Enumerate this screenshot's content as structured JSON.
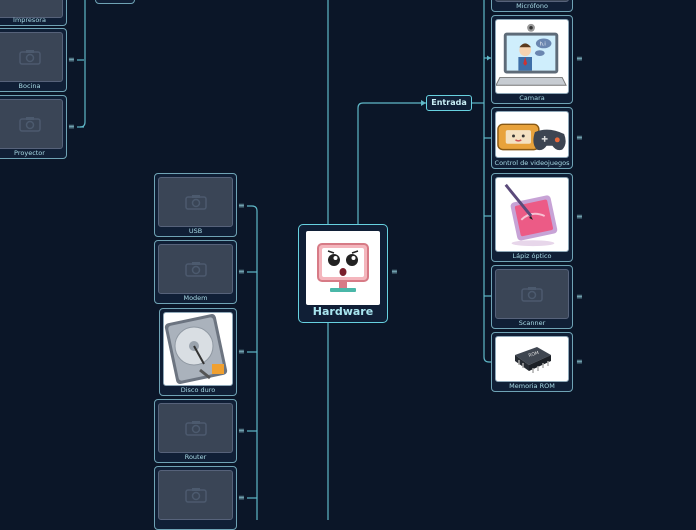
{
  "central": {
    "title": "Hardware",
    "image": "monitor-mascot"
  },
  "entrada": {
    "label": "Entrada",
    "items": [
      {
        "label": "Micrófono",
        "image": "microphone"
      },
      {
        "label": "Camara",
        "image": "webcam-cartoon"
      },
      {
        "label": "Control de videojuegos",
        "image": "gamepad"
      },
      {
        "label": "Lápiz óptico",
        "image": "tablet-pen"
      },
      {
        "label": "Scanner",
        "image": "camera-placeholder"
      },
      {
        "label": "Memoria ROM",
        "image": "rom-chip"
      }
    ]
  },
  "salida": {
    "items": [
      {
        "label": "Impresora",
        "image": "camera-placeholder"
      },
      {
        "label": "Bocina",
        "image": "camera-placeholder"
      },
      {
        "label": "Proyector",
        "image": "camera-placeholder"
      }
    ]
  },
  "almacenamiento": {
    "items": [
      {
        "label": "USB",
        "image": "camera-placeholder"
      },
      {
        "label": "Modem",
        "image": "camera-placeholder"
      },
      {
        "label": "Disco duro",
        "image": "hard-drive"
      },
      {
        "label": "Router",
        "image": "camera-placeholder"
      },
      {
        "label": "",
        "image": "camera-placeholder"
      }
    ]
  },
  "colors": {
    "background": "#0b1628",
    "connector": "#5fb8c8",
    "accent": "#67d1e0"
  },
  "menu_icon": "≡"
}
